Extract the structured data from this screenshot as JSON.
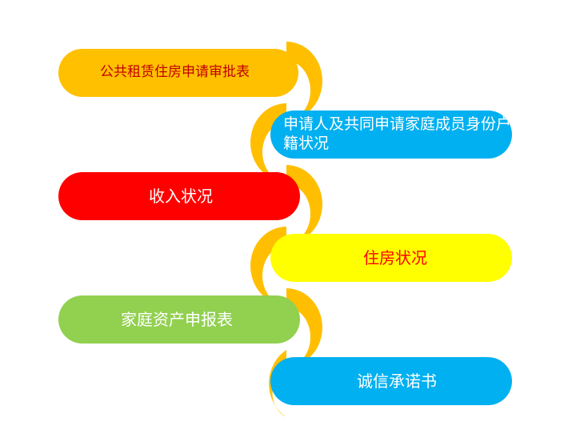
{
  "title": "",
  "connector_color": "#FFBF00",
  "steps": [
    {
      "label": "公共租赁住房申请审批表",
      "fill": "#FFC000",
      "text_color": "#C00000"
    },
    {
      "label": "申请人及共同申请家庭成员身份户籍状况",
      "fill": "#00B0F0",
      "text_color": "#FFFFFF"
    },
    {
      "label": "收入状况",
      "fill": "#FF0000",
      "text_color": "#FFFFFF"
    },
    {
      "label": "住房状况",
      "fill": "#FFFF00",
      "text_color": "#FF0000"
    },
    {
      "label": "家庭资产申报表",
      "fill": "#92D050",
      "text_color": "#FFFFFF"
    },
    {
      "label": "诚信承诺书",
      "fill": "#00B0F0",
      "text_color": "#FFFFFF"
    }
  ]
}
